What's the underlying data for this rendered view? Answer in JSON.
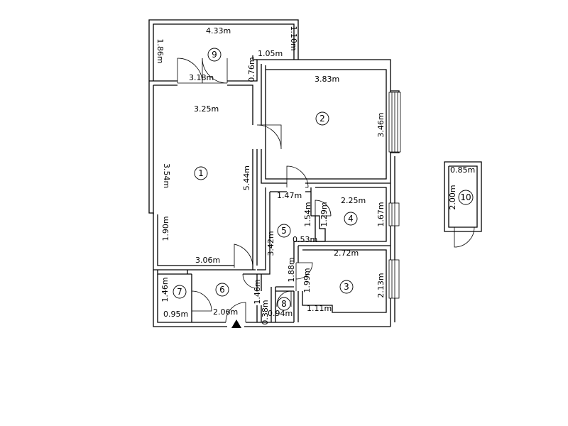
{
  "rooms": [
    {
      "number": "1",
      "dims": [
        "3.54m",
        "5.44m",
        "1.90m",
        "3.06m",
        "3.25m"
      ]
    },
    {
      "number": "2",
      "dims": [
        "3.83m",
        "3.46m"
      ]
    },
    {
      "number": "3",
      "dims": [
        "2.72m",
        "2.13m",
        "1.11m",
        "1.99m",
        "1.88m"
      ]
    },
    {
      "number": "4",
      "dims": [
        "2.25m",
        "1.67m",
        "1.29m",
        "0.53m"
      ]
    },
    {
      "number": "5",
      "dims": [
        "1.47m",
        "1.54m",
        "3.42m"
      ]
    },
    {
      "number": "6",
      "dims": [
        "2.06m",
        "1.46m"
      ]
    },
    {
      "number": "7",
      "dims": [
        "1.46m",
        "0.95m"
      ]
    },
    {
      "number": "8",
      "dims": [
        "0.94m",
        "0.38m"
      ]
    },
    {
      "number": "9",
      "dims": [
        "4.33m",
        "1.86m",
        "1.05m",
        "1.10m",
        "0.76m",
        "3.18m"
      ]
    },
    {
      "number": "10",
      "dims": [
        "0.85m",
        "2.00m"
      ]
    }
  ]
}
